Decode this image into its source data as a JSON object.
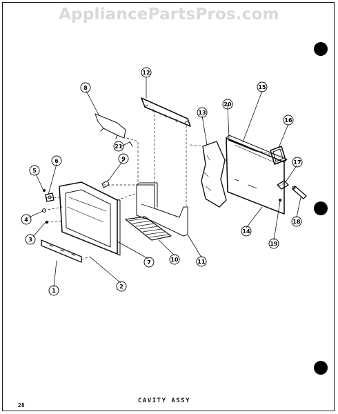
{
  "watermark": "AppliancePartsPros.com",
  "caption": "CAVITY ASSY",
  "page_number": "28",
  "callouts": {
    "c1": "1",
    "c2": "2",
    "c3": "3",
    "c4": "4",
    "c5": "5",
    "c6": "6",
    "c7": "7",
    "c8": "8",
    "c9": "9",
    "c10": "10",
    "c11": "11",
    "c12": "12",
    "c13": "13",
    "c14": "14",
    "c15": "15",
    "c16": "16",
    "c17": "17",
    "c18": "18",
    "c19": "19",
    "c20": "20",
    "c21": "21"
  },
  "colors": {
    "line": "#111111",
    "watermark": "#d9d9d9",
    "background": "#ffffff"
  }
}
